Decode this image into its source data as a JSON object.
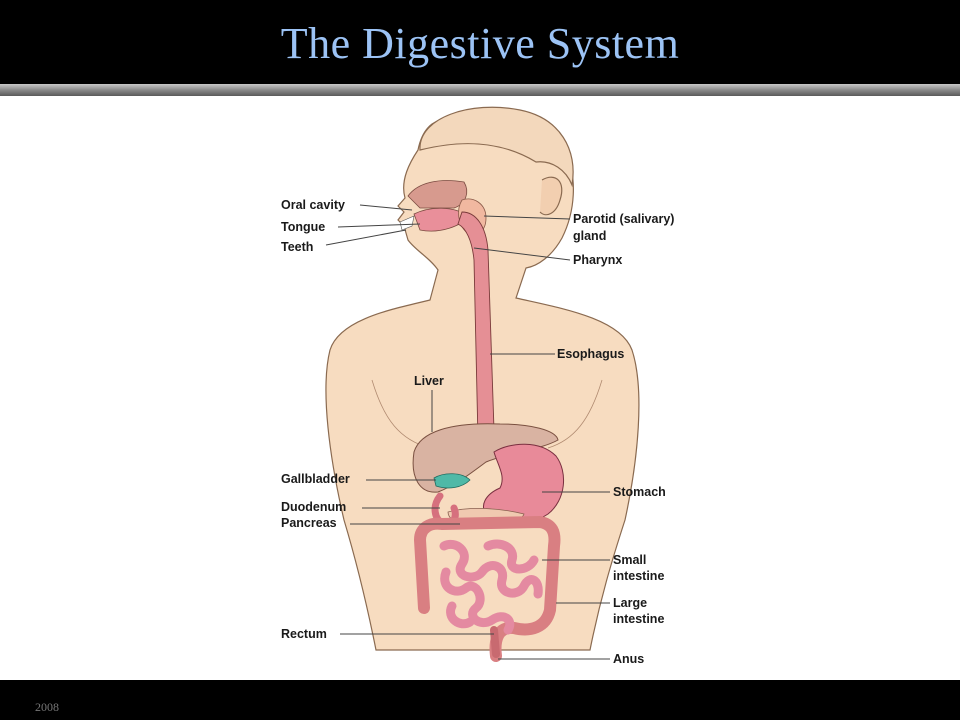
{
  "slide": {
    "title": "The Digestive System",
    "footer_year": "2008"
  },
  "labels": {
    "oral_cavity": "Oral cavity",
    "tongue": "Tongue",
    "teeth": "Teeth",
    "parotid_line1": "Parotid (salivary)",
    "parotid_line2": "gland",
    "pharynx": "Pharynx",
    "esophagus": "Esophagus",
    "liver": "Liver",
    "gallbladder": "Gallbladder",
    "duodenum": "Duodenum",
    "pancreas": "Pancreas",
    "stomach": "Stomach",
    "small_intestine_line1": "Small",
    "small_intestine_line2": "intestine",
    "large_intestine_line1": "Large",
    "large_intestine_line2": "intestine",
    "rectum": "Rectum",
    "anus": "Anus"
  },
  "colors": {
    "title": "#9cc3f5",
    "skin": "#f7dcc0",
    "skin_outline": "#8a6a50",
    "organ_pink": "#e58f95",
    "liver": "#d9b3a2",
    "gallbladder": "#4fb9a7",
    "intestine": "#e48aa1",
    "large_intestine": "#d97f82"
  }
}
